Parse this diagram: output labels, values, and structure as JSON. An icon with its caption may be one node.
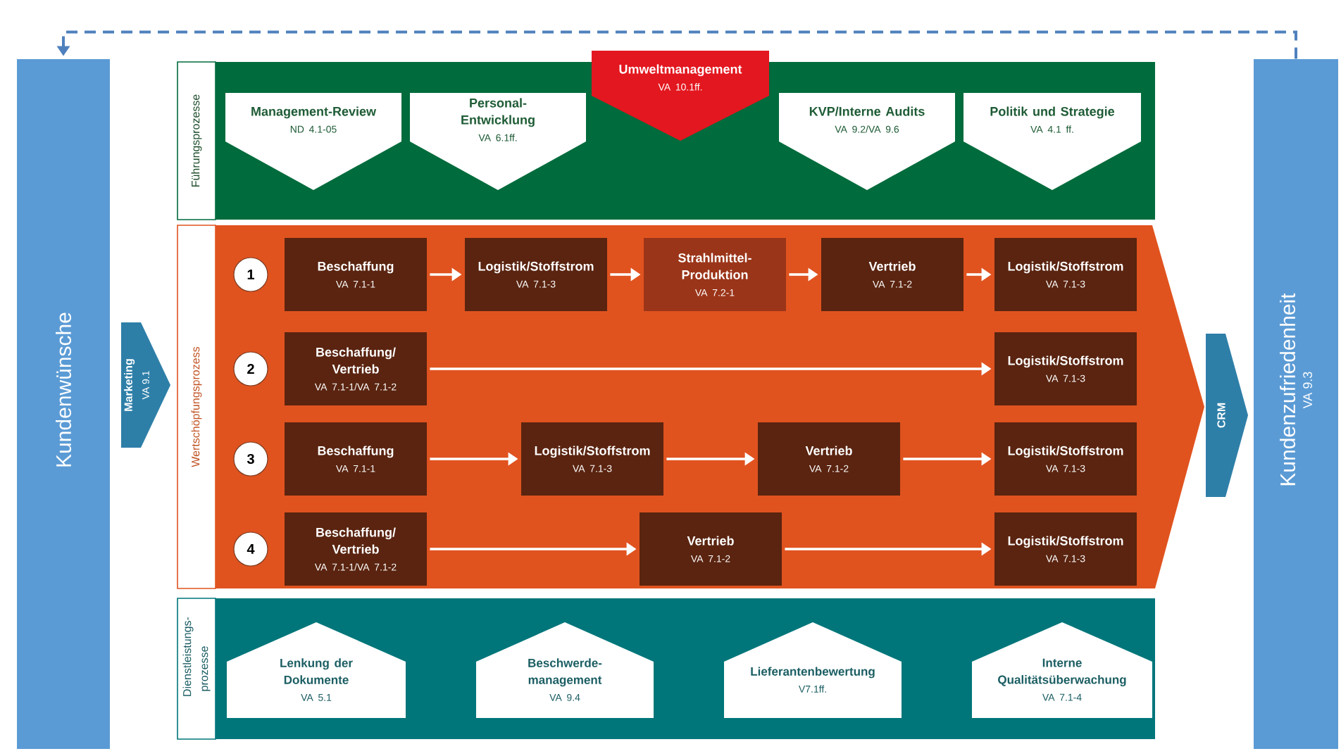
{
  "diagram": {
    "nodes": [
      {
        "text": [
          "Kundenwünsche"
        ]
      },
      {
        "text": [
          "Kundenzufriedenheit",
          "VA 9.3"
        ]
      },
      {
        "text": [
          "Führungsprozesse"
        ]
      },
      {
        "text": [
          "Management-Review",
          "ND 4.1-05"
        ],
        "in": 2
      },
      {
        "text": [
          "Personal- Entwicklung",
          "VA 6.1ff."
        ],
        "in": 2
      },
      {
        "text": [
          "Umweltmanagement",
          "VA 10.1ff."
        ]
      },
      {
        "text": [
          "KVP/Interne Audits",
          "VA 9.2/VA 9.6"
        ],
        "in": 2
      },
      {
        "text": [
          "Politik und Strategie",
          "VA 4.1 ff."
        ],
        "in": 2
      },
      {
        "text": [
          "Marketing",
          "VA 9.1"
        ]
      },
      {
        "text": [
          "Wertschöpfungsprozess"
        ]
      },
      {
        "text": [
          "1"
        ],
        "in": 9
      },
      {
        "text": [
          "Beschaffung",
          "VA 7.1-1"
        ],
        "in": 9
      },
      {
        "text": [
          "Logistik/Stoffstrom",
          "VA 7.1-3"
        ],
        "in": 9
      },
      {
        "text": [
          "Strahlmittel- Produktion",
          "VA 7.2-1"
        ],
        "in": 9
      },
      {
        "text": [
          "Vertrieb",
          "VA 7.1-2"
        ],
        "in": 9
      },
      {
        "text": [
          "Logistik/Stoffstrom",
          "VA 7.1-3"
        ],
        "in": 9
      },
      {
        "text": [
          "2"
        ],
        "in": 9
      },
      {
        "text": [
          "Beschaffung/ Vertrieb",
          "VA 7.1-1/VA 7.1-2"
        ],
        "in": 9
      },
      {
        "text": [
          "Logistik/Stoffstrom",
          "VA 7.1-3"
        ],
        "in": 9
      },
      {
        "text": [
          "3"
        ],
        "in": 9
      },
      {
        "text": [
          "Beschaffung",
          "VA 7.1-1"
        ],
        "in": 9
      },
      {
        "text": [
          "Logistik/Stoffstrom",
          "VA 7.1-3"
        ],
        "in": 9
      },
      {
        "text": [
          "Vertrieb",
          "VA 7.1-2"
        ],
        "in": 9
      },
      {
        "text": [
          "Logistik/Stoffstrom",
          "VA 7.1-3"
        ],
        "in": 9
      },
      {
        "text": [
          "4"
        ],
        "in": 9
      },
      {
        "text": [
          "Beschaffung/ Vertrieb",
          "VA 7.1-1/VA 7.1-2"
        ],
        "in": 9
      },
      {
        "text": [
          "Vertrieb",
          "VA 7.1-2"
        ],
        "in": 9
      },
      {
        "text": [
          "Logistik/Stoffstrom",
          "VA 7.1-3"
        ],
        "in": 9
      },
      {
        "text": [
          "CRM"
        ]
      },
      {
        "text": [
          "Dienstleistungs- prozesse"
        ]
      },
      {
        "text": [
          "Lenkung der Dokumente",
          "VA 5.1"
        ],
        "in": 29
      },
      {
        "text": [
          "Beschwerde- management",
          "VA 9.4"
        ],
        "in": 29
      },
      {
        "text": [
          "Lieferantenbewertung",
          "V7.1ff."
        ],
        "in": 29
      },
      {
        "text": [
          "Interne Qualitätsüberwachung",
          "VA 7.1-4"
        ],
        "in": 29
      }
    ],
    "edges": [
      {
        "from": 1,
        "to": 0,
        "arrow": "to",
        "style": "dashed",
        "color": "#4f81bd"
      },
      {
        "from": 11,
        "to": 12,
        "arrow": "to"
      },
      {
        "from": 12,
        "to": 13,
        "arrow": "to"
      },
      {
        "from": 13,
        "to": 14,
        "arrow": "to"
      },
      {
        "from": 14,
        "to": 15,
        "arrow": "to"
      },
      {
        "from": 17,
        "to": 18,
        "arrow": "to"
      },
      {
        "from": 20,
        "to": 21,
        "arrow": "to"
      },
      {
        "from": 21,
        "to": 22,
        "arrow": "to"
      },
      {
        "from": 22,
        "to": 23,
        "arrow": "to"
      },
      {
        "from": 25,
        "to": 26,
        "arrow": "to"
      },
      {
        "from": 26,
        "to": 27,
        "arrow": "to"
      }
    ]
  }
}
